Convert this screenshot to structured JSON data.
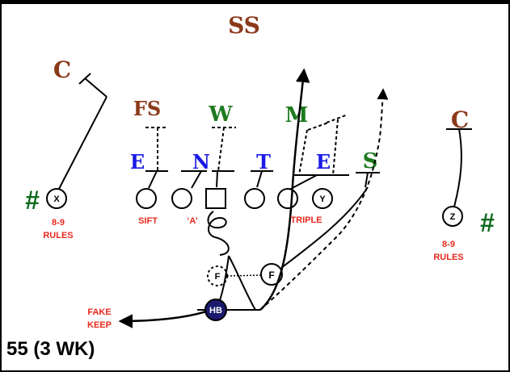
{
  "play_title": "55 (3 WK)",
  "colors": {
    "brown": "#8B3A1A",
    "green": "#1E7A1E",
    "blue": "#1A1AE6",
    "red": "#E8281E",
    "navy": "#1B1A6E",
    "hash_green": "#0E6B1E",
    "line": "#000000"
  },
  "defense": {
    "ss": "SS",
    "c_left": "C",
    "c_right": "C",
    "fs": "FS",
    "w": "W",
    "m": "M",
    "e_left": "E",
    "n": "N",
    "t": "T",
    "e_right": "E",
    "s": "S"
  },
  "offense": {
    "x": "X",
    "y": "Y",
    "z": "Z",
    "f": "F",
    "f_fake": "F",
    "hb": "HB"
  },
  "hash_marks": {
    "left": "#",
    "right": "#"
  },
  "notes": {
    "left_rules_1": "8-9",
    "left_rules_2": "RULES",
    "right_rules_1": "8-9",
    "right_rules_2": "RULES",
    "sift": "SIFT",
    "a_block": "‘A’",
    "triple": "TRIPLE",
    "fake_1": "FAKE",
    "fake_2": "KEEP"
  },
  "icons": {
    "run_arrow": "arrow-head-icon",
    "block_tee": "block-tee-icon"
  }
}
